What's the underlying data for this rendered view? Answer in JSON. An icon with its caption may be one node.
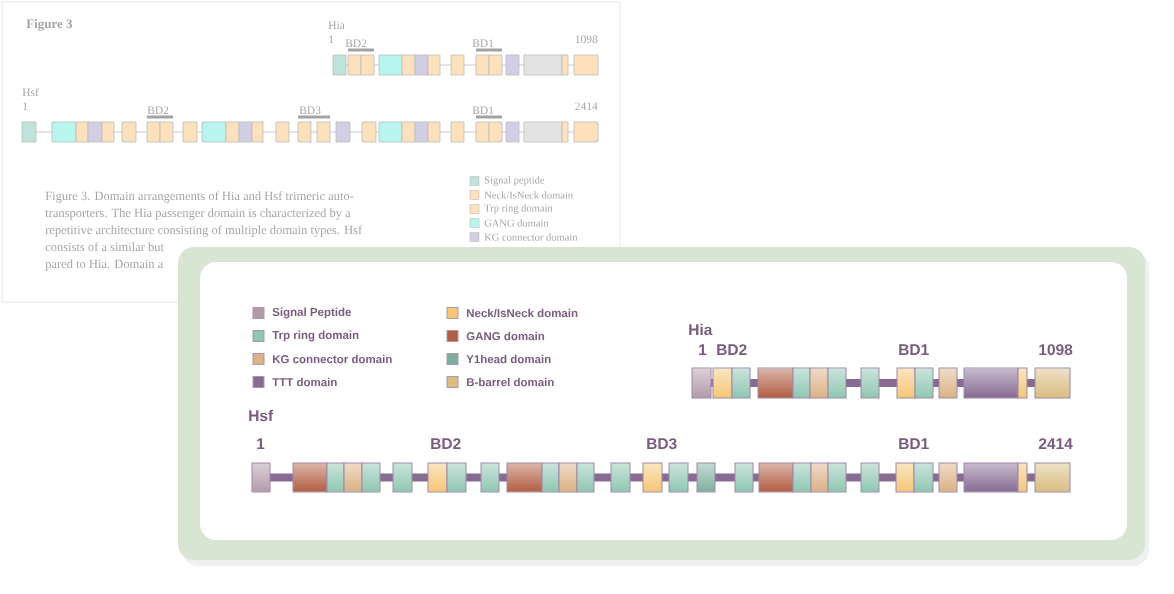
{
  "diagram": {
    "labels": [
      "Figure 3",
      "Hia",
      "1",
      "BD2",
      "BD1",
      "1098",
      "Hsf",
      "1",
      "BD2",
      "BD3",
      "BD1",
      "2414",
      "Figure 3. Domain arrangements of Hia and Hsf trimeric auto-",
      "transporters. The Hia passenger domain is characterized by a",
      "repetitive architecture consisting of multiple domain types. Hsf",
      "consists of a similar but",
      "pared to Hia. Domain a",
      "Hia",
      "1",
      "BD2",
      "BD1",
      "1098",
      "Hsf",
      "1",
      "BD2",
      "BD3",
      "BD1",
      "2414"
    ],
    "legend": [
      {
        "text": "Signal peptide",
        "color": "#bfe3da"
      },
      {
        "text": "Neck/IsNeck domain",
        "color": "#fde0bc"
      },
      {
        "text": "Trp ring domain",
        "color": "#fde0bc"
      },
      {
        "text": "GANG domain",
        "color": "#b6f6ee"
      },
      {
        "text": "KG connector domain",
        "color": "#d2cfe4"
      },
      {
        "text": "Signal Peptide",
        "color": "#b39aa9"
      },
      {
        "text": "Neck/IsNeck domain",
        "color": "#f5c676"
      },
      {
        "text": "Trp ring domain",
        "color": "#8fc6b2"
      },
      {
        "text": "GANG domain",
        "color": "#b15e42"
      },
      {
        "text": "KG connector domain",
        "color": "#dbb185"
      },
      {
        "text": "Y1head domain",
        "color": "#7fae9f"
      },
      {
        "text": "TTT domain",
        "color": "#876b93"
      },
      {
        "text": "B-barrel domain",
        "color": "#d9bd82"
      }
    ]
  }
}
